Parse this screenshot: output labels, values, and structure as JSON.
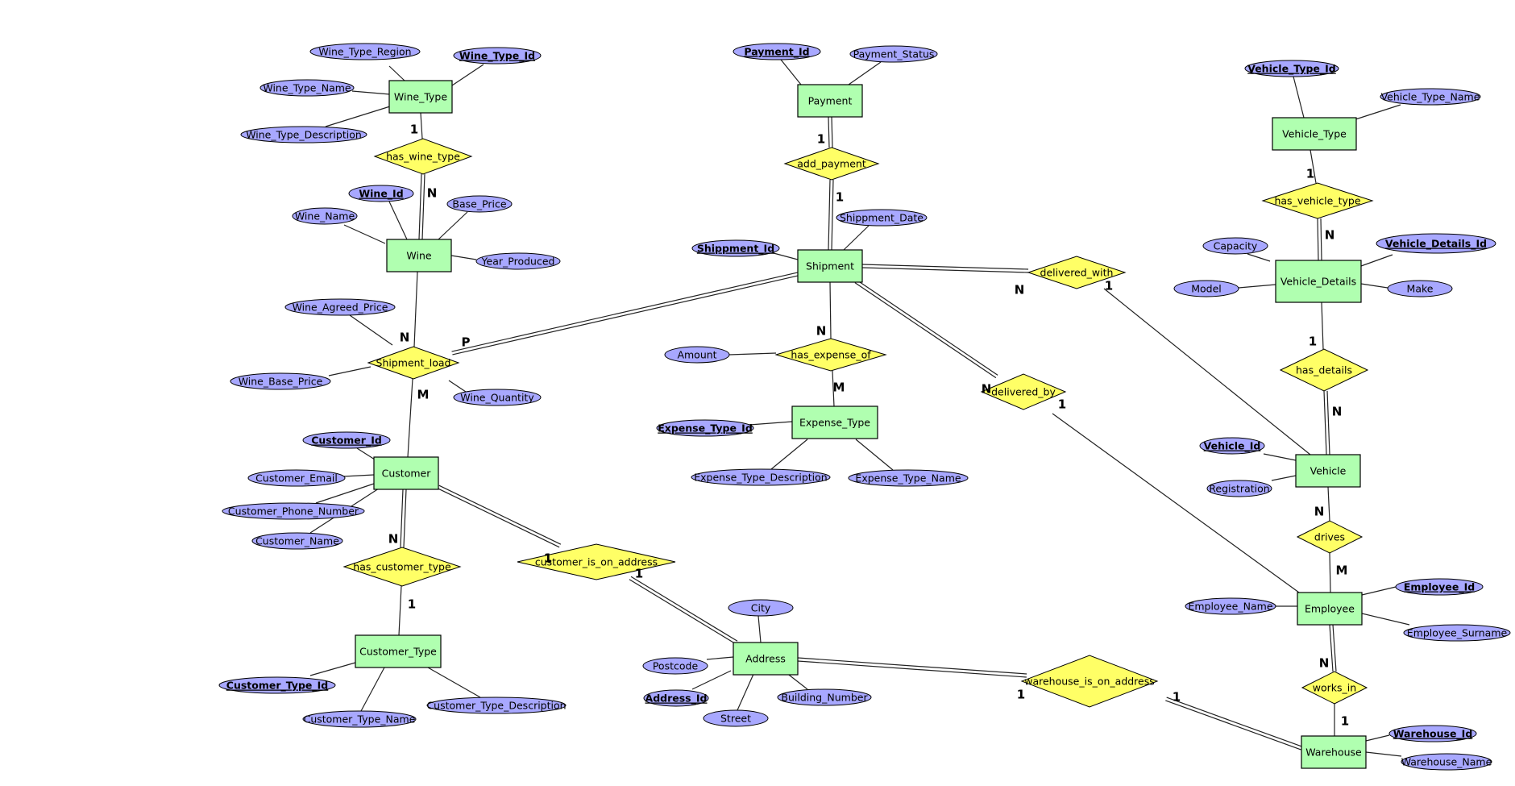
{
  "diagram": {
    "type": "er-diagram",
    "colors": {
      "entity": "#b0ffb0",
      "relationship": "#ffff66",
      "attribute": "#a8a8ff"
    },
    "entities": [
      {
        "id": "wine_type",
        "label": "Wine_Type"
      },
      {
        "id": "wine",
        "label": "Wine"
      },
      {
        "id": "customer",
        "label": "Customer"
      },
      {
        "id": "customer_type",
        "label": "Customer_Type"
      },
      {
        "id": "payment",
        "label": "Payment"
      },
      {
        "id": "shipment",
        "label": "Shipment"
      },
      {
        "id": "expense_type",
        "label": "Expense_Type"
      },
      {
        "id": "address",
        "label": "Address"
      },
      {
        "id": "vehicle_type",
        "label": "Vehicle_Type"
      },
      {
        "id": "vehicle_details",
        "label": "Vehicle_Details"
      },
      {
        "id": "vehicle",
        "label": "Vehicle"
      },
      {
        "id": "employee",
        "label": "Employee"
      },
      {
        "id": "warehouse",
        "label": "Warehouse"
      }
    ],
    "relationships": [
      {
        "id": "has_wine_type",
        "label": "has_wine_type"
      },
      {
        "id": "shipment_load",
        "label": "Shipment_load"
      },
      {
        "id": "has_customer_type",
        "label": "has_customer_type"
      },
      {
        "id": "customer_is_on_address",
        "label": "customer_is_on_address"
      },
      {
        "id": "add_payment",
        "label": "add_payment"
      },
      {
        "id": "has_expense_of",
        "label": "has_expense_of"
      },
      {
        "id": "delivered_with",
        "label": "delivered_with"
      },
      {
        "id": "delivered_by",
        "label": "delivered_by"
      },
      {
        "id": "warehouse_is_on_address",
        "label": "warehouse_is_on_address"
      },
      {
        "id": "has_vehicle_type",
        "label": "has_vehicle_type"
      },
      {
        "id": "has_details",
        "label": "has_details"
      },
      {
        "id": "drives",
        "label": "drives"
      },
      {
        "id": "works_in",
        "label": "works_in"
      }
    ],
    "attributes": [
      {
        "id": "a_wt_region",
        "label": "Wine_Type_Region",
        "key": false,
        "of": "wine_type"
      },
      {
        "id": "a_wt_id",
        "label": "Wine_Type_Id",
        "key": true,
        "of": "wine_type"
      },
      {
        "id": "a_wt_name",
        "label": "Wine_Type_Name",
        "key": false,
        "of": "wine_type"
      },
      {
        "id": "a_wt_desc",
        "label": "Wine_Type_Description",
        "key": false,
        "of": "wine_type"
      },
      {
        "id": "a_wine_id",
        "label": "Wine_Id",
        "key": true,
        "of": "wine"
      },
      {
        "id": "a_base_price",
        "label": "Base_Price",
        "key": false,
        "of": "wine"
      },
      {
        "id": "a_wine_name",
        "label": "Wine_Name",
        "key": false,
        "of": "wine"
      },
      {
        "id": "a_year",
        "label": "Year_Produced",
        "key": false,
        "of": "wine"
      },
      {
        "id": "a_agreed",
        "label": "Wine_Agreed_Price",
        "key": false,
        "of": "shipment_load"
      },
      {
        "id": "a_wbase",
        "label": "Wine_Base_Price",
        "key": false,
        "of": "shipment_load"
      },
      {
        "id": "a_wqty",
        "label": "Wine_Quantity",
        "key": false,
        "of": "shipment_load"
      },
      {
        "id": "a_cust_id",
        "label": "Customer_Id",
        "key": true,
        "of": "customer"
      },
      {
        "id": "a_cust_email",
        "label": "Customer_Email",
        "key": false,
        "of": "customer"
      },
      {
        "id": "a_cust_phone",
        "label": "Customer_Phone_Number",
        "key": false,
        "of": "customer"
      },
      {
        "id": "a_cust_name",
        "label": "Customer_Name",
        "key": false,
        "of": "customer"
      },
      {
        "id": "a_ct_id",
        "label": "Customer_Type_Id",
        "key": true,
        "of": "customer_type"
      },
      {
        "id": "a_ct_name",
        "label": "Customer_Type_Name",
        "key": false,
        "of": "customer_type"
      },
      {
        "id": "a_ct_desc",
        "label": "Customer_Type_Description",
        "key": false,
        "of": "customer_type"
      },
      {
        "id": "a_pay_id",
        "label": "Payment_Id",
        "key": true,
        "of": "payment"
      },
      {
        "id": "a_pay_status",
        "label": "Payment_Status",
        "key": false,
        "of": "payment"
      },
      {
        "id": "a_ship_date",
        "label": "Shippment_Date",
        "key": false,
        "of": "shipment"
      },
      {
        "id": "a_ship_id",
        "label": "Shippment_Id",
        "key": true,
        "of": "shipment"
      },
      {
        "id": "a_amount",
        "label": "Amount",
        "key": false,
        "of": "has_expense_of"
      },
      {
        "id": "a_et_id",
        "label": "Expense_Type_Id",
        "key": true,
        "of": "expense_type"
      },
      {
        "id": "a_et_desc",
        "label": "Expense_Type_Description",
        "key": false,
        "of": "expense_type"
      },
      {
        "id": "a_et_name",
        "label": "Expense_Type_Name",
        "key": false,
        "of": "expense_type"
      },
      {
        "id": "a_city",
        "label": "City",
        "key": false,
        "of": "address"
      },
      {
        "id": "a_postcode",
        "label": "Postcode",
        "key": false,
        "of": "address"
      },
      {
        "id": "a_addr_id",
        "label": "Address_Id",
        "key": true,
        "of": "address"
      },
      {
        "id": "a_street",
        "label": "Street",
        "key": false,
        "of": "address"
      },
      {
        "id": "a_building",
        "label": "Building_Number",
        "key": false,
        "of": "address"
      },
      {
        "id": "a_vt_id",
        "label": "Vehicle_Type_Id",
        "key": true,
        "of": "vehicle_type"
      },
      {
        "id": "a_vt_name",
        "label": "Vehicle_Type_Name",
        "key": false,
        "of": "vehicle_type"
      },
      {
        "id": "a_capacity",
        "label": "Capacity",
        "key": false,
        "of": "vehicle_details"
      },
      {
        "id": "a_vd_id",
        "label": "Vehicle_Details_Id",
        "key": true,
        "of": "vehicle_details"
      },
      {
        "id": "a_model",
        "label": "Model",
        "key": false,
        "of": "vehicle_details"
      },
      {
        "id": "a_make",
        "label": "Make",
        "key": false,
        "of": "vehicle_details"
      },
      {
        "id": "a_veh_id",
        "label": "Vehicle_Id",
        "key": true,
        "of": "vehicle"
      },
      {
        "id": "a_reg",
        "label": "Registration",
        "key": false,
        "of": "vehicle"
      },
      {
        "id": "a_emp_name",
        "label": "Employee_Name",
        "key": false,
        "of": "employee"
      },
      {
        "id": "a_emp_id",
        "label": "Employee_Id",
        "key": true,
        "of": "employee"
      },
      {
        "id": "a_emp_surname",
        "label": "Employee_Surname",
        "key": false,
        "of": "employee"
      },
      {
        "id": "a_wh_id",
        "label": "Warehouse_Id",
        "key": true,
        "of": "warehouse"
      },
      {
        "id": "a_wh_name",
        "label": "Warehouse_Name",
        "key": false,
        "of": "warehouse"
      }
    ],
    "links": [
      {
        "from": "wine_type",
        "to": "has_wine_type",
        "card": "1",
        "total": false
      },
      {
        "from": "has_wine_type",
        "to": "wine",
        "card": "N",
        "total": true
      },
      {
        "from": "wine",
        "to": "shipment_load",
        "card": "N",
        "total": false
      },
      {
        "from": "shipment_load",
        "to": "customer",
        "card": "M",
        "total": false
      },
      {
        "from": "shipment_load",
        "to": "shipment",
        "card": "P",
        "total": true
      },
      {
        "from": "customer",
        "to": "has_customer_type",
        "card": "N",
        "total": true
      },
      {
        "from": "has_customer_type",
        "to": "customer_type",
        "card": "1",
        "total": false
      },
      {
        "from": "customer",
        "to": "customer_is_on_address",
        "card": "1",
        "total": true
      },
      {
        "from": "customer_is_on_address",
        "to": "address",
        "card": "1",
        "total": true
      },
      {
        "from": "payment",
        "to": "add_payment",
        "card": "1",
        "total": true
      },
      {
        "from": "add_payment",
        "to": "shipment",
        "card": "1",
        "total": true
      },
      {
        "from": "shipment",
        "to": "has_expense_of",
        "card": "N",
        "total": false
      },
      {
        "from": "has_expense_of",
        "to": "expense_type",
        "card": "M",
        "total": false
      },
      {
        "from": "shipment",
        "to": "delivered_with",
        "card": "N",
        "total": true
      },
      {
        "from": "delivered_with",
        "to": "vehicle",
        "card": "1",
        "total": false
      },
      {
        "from": "shipment",
        "to": "delivered_by",
        "card": "N",
        "total": true
      },
      {
        "from": "delivered_by",
        "to": "employee",
        "card": "1",
        "total": false
      },
      {
        "from": "address",
        "to": "warehouse_is_on_address",
        "card": "1",
        "total": true
      },
      {
        "from": "warehouse_is_on_address",
        "to": "warehouse",
        "card": "1",
        "total": true
      },
      {
        "from": "vehicle_type",
        "to": "has_vehicle_type",
        "card": "1",
        "total": false
      },
      {
        "from": "has_vehicle_type",
        "to": "vehicle_details",
        "card": "N",
        "total": true
      },
      {
        "from": "vehicle_details",
        "to": "has_details",
        "card": "1",
        "total": false
      },
      {
        "from": "has_details",
        "to": "vehicle",
        "card": "N",
        "total": true
      },
      {
        "from": "vehicle",
        "to": "drives",
        "card": "N",
        "total": false
      },
      {
        "from": "drives",
        "to": "employee",
        "card": "M",
        "total": false
      },
      {
        "from": "employee",
        "to": "works_in",
        "card": "N",
        "total": true
      },
      {
        "from": "works_in",
        "to": "warehouse",
        "card": "1",
        "total": false
      }
    ]
  }
}
